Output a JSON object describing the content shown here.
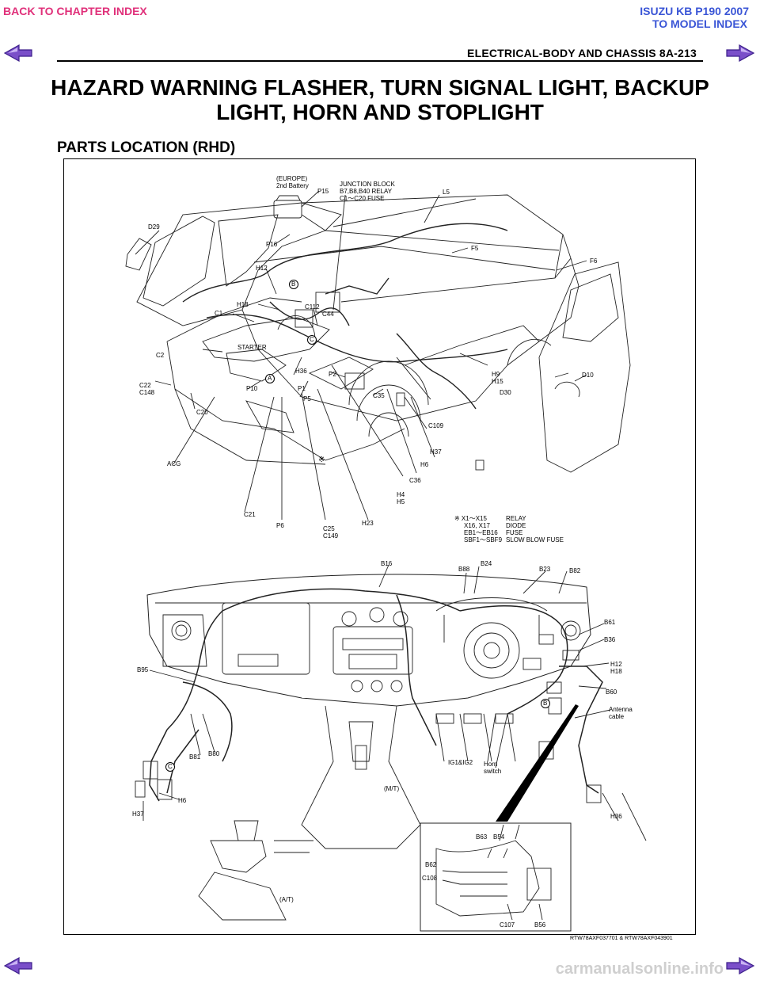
{
  "nav": {
    "back_chapter": "BACK TO CHAPTER INDEX",
    "model_title": "ISUZU KB P190 2007",
    "to_model": "TO MODEL INDEX"
  },
  "header": {
    "section": "ELECTRICAL-BODY AND CHASSIS  8A-213"
  },
  "title": {
    "line1": "HAZARD WARNING FLASHER, TURN SIGNAL LIGHT, BACKUP",
    "line2": "LIGHT, HORN AND STOPLIGHT"
  },
  "subtitle": "PARTS LOCATION (RHD)",
  "diagram": {
    "upper_labels": {
      "europe": "(EUROPE)",
      "battery": "2nd Battery",
      "p15": "P15",
      "junction": "JUNCTION BLOCK",
      "relay": "B7,B8,B40 RELAY",
      "fuse": "C1～C20 FUSE",
      "l5": "L5",
      "d29": "D29",
      "p16": "P16",
      "f5": "F5",
      "f6": "F6",
      "h12": "H12",
      "h18": "H18",
      "c112": "C112",
      "c1": "C1",
      "c44": "C44",
      "starter": "STARTER",
      "c2": "C2",
      "h36": "H36",
      "p2": "P2",
      "h9": "H9",
      "h15": "H15",
      "d10": "D10",
      "d30": "D30",
      "c22": "C22",
      "c148": "C148",
      "p10": "P10",
      "p1": "P1",
      "p5": "P5",
      "c35": "C35",
      "c20": "C20",
      "c109": "C109",
      "h37": "H37",
      "acg": "ACG",
      "h6": "H6",
      "c36": "C36",
      "h4": "H4",
      "h5": "H5",
      "c21": "C21",
      "p6": "P6",
      "c25": "C25",
      "c149": "C149",
      "h23": "H23",
      "mark_a": "A",
      "mark_b": "B",
      "mark_c": "C",
      "kome": "※"
    },
    "legend": {
      "row1_code": "※ X1～X15",
      "row1_desc": "RELAY",
      "row2_code": "X16, X17",
      "row2_desc": "DIODE",
      "row3_code": "EB1～EB16",
      "row3_desc": "FUSE",
      "row4_code": "SBF1～SBF9",
      "row4_desc": "SLOW BLOW FUSE"
    },
    "lower_labels": {
      "b16": "B16",
      "b88": "B88",
      "b24": "B24",
      "b23": "B23",
      "b82": "B82",
      "b61": "B61",
      "b36": "B36",
      "h12": "H12",
      "h18": "H18",
      "b95": "B95",
      "b60": "B60",
      "antenna": "Antenna",
      "cable": "cable",
      "b81": "B81",
      "b80": "B80",
      "ig": "IG1&IG2",
      "horn": "Horn",
      "switch": "switch",
      "h6": "H6",
      "h37": "H37",
      "mt": "(M/T)",
      "h36": "H36",
      "at": "(A/T)",
      "b63": "B63",
      "b54": "B54",
      "b62": "B62",
      "c108": "C108",
      "c107": "C107",
      "b56": "B56",
      "mark_b": "B",
      "mark_c": "C"
    },
    "ref_code": "RTW78AXF037701 & RTW78AXF043901"
  },
  "footer": {
    "watermark": "carmanualsonline.info"
  },
  "colors": {
    "nav_pink": "#e0307a",
    "nav_blue": "#3a55d6",
    "arrow_fill": "#7a4fc9"
  }
}
